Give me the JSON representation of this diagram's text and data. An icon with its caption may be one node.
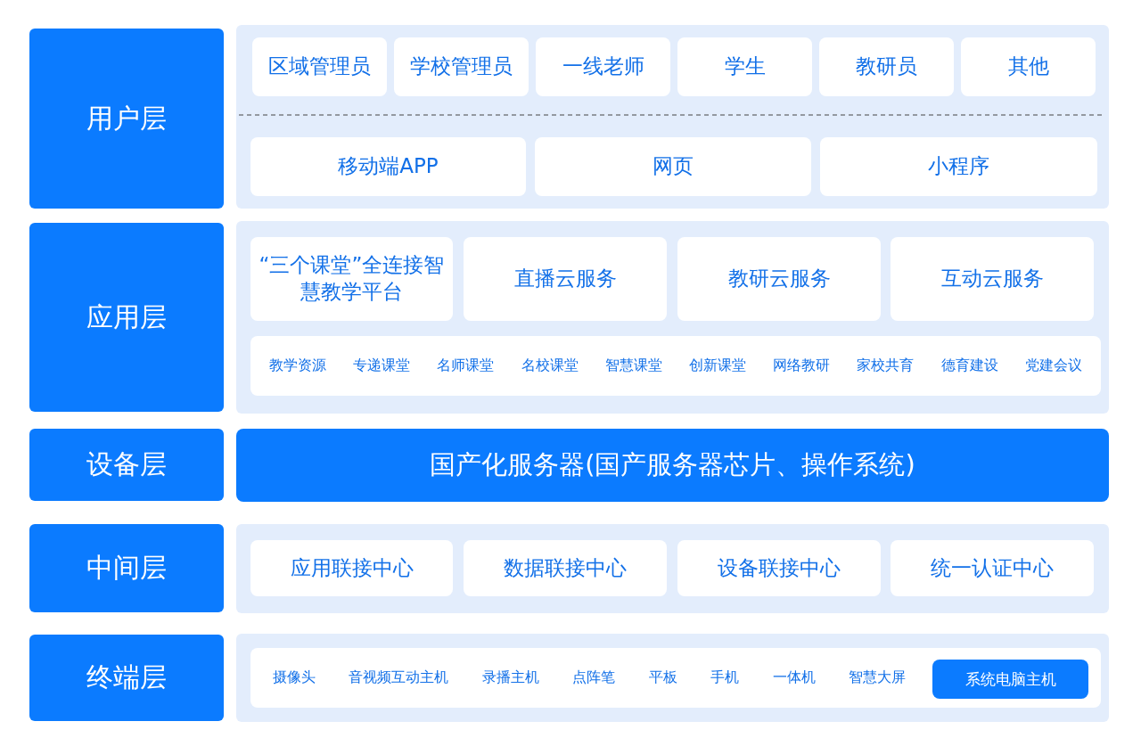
{
  "diagram": {
    "nodes": [
      {
        "text": [
          "用户层"
        ]
      },
      {
        "text": [],
        "shape": "box"
      },
      {
        "text": [
          "区域管理员"
        ],
        "in": 1
      },
      {
        "text": [
          "学校管理员"
        ],
        "in": 1
      },
      {
        "text": [
          "一线老师"
        ],
        "in": 1
      },
      {
        "text": [
          "学生"
        ],
        "in": 1
      },
      {
        "text": [
          "教研员"
        ],
        "in": 1
      },
      {
        "text": [
          "其他"
        ],
        "in": 1
      },
      {
        "text": [
          "移动端APP"
        ],
        "in": 1
      },
      {
        "text": [
          "网页"
        ],
        "in": 1
      },
      {
        "text": [
          "小程序"
        ],
        "in": 1
      },
      {
        "text": [
          "应用层"
        ]
      },
      {
        "text": [],
        "shape": "box"
      },
      {
        "text": [
          "“三个课堂”全连接智慧教学平台"
        ],
        "in": 12
      },
      {
        "text": [
          "直播云服务"
        ],
        "in": 12
      },
      {
        "text": [
          "教研云服务"
        ],
        "in": 12
      },
      {
        "text": [
          "互动云服务"
        ],
        "in": 12
      },
      {
        "text": [
          "教学资源",
          "专递课堂",
          "名师课堂",
          "名校课堂",
          "智慧课堂",
          "创新课堂",
          "网络教研",
          "家校共育",
          "德育建设",
          "党建会议"
        ],
        "in": 12
      },
      {
        "text": [
          "设备层"
        ]
      },
      {
        "text": [
          "国产化服务器(国产服务器芯片、操作系统)"
        ]
      },
      {
        "text": [
          "中间层"
        ]
      },
      {
        "text": [],
        "shape": "box"
      },
      {
        "text": [
          "应用联接中心"
        ],
        "in": 21
      },
      {
        "text": [
          "数据联接中心"
        ],
        "in": 21
      },
      {
        "text": [
          "设备联接中心"
        ],
        "in": 21
      },
      {
        "text": [
          "统一认证中心"
        ],
        "in": 21
      },
      {
        "text": [
          "终端层"
        ]
      },
      {
        "text": [],
        "shape": "box"
      },
      {
        "text": [
          "摄像头",
          "音视频互动主机",
          "录播主机",
          "点阵笔",
          "平板",
          "手机",
          "一体机",
          "智慧大屏"
        ],
        "in": 27
      },
      {
        "text": [
          "系统电脑主机"
        ],
        "in": 28
      }
    ]
  }
}
